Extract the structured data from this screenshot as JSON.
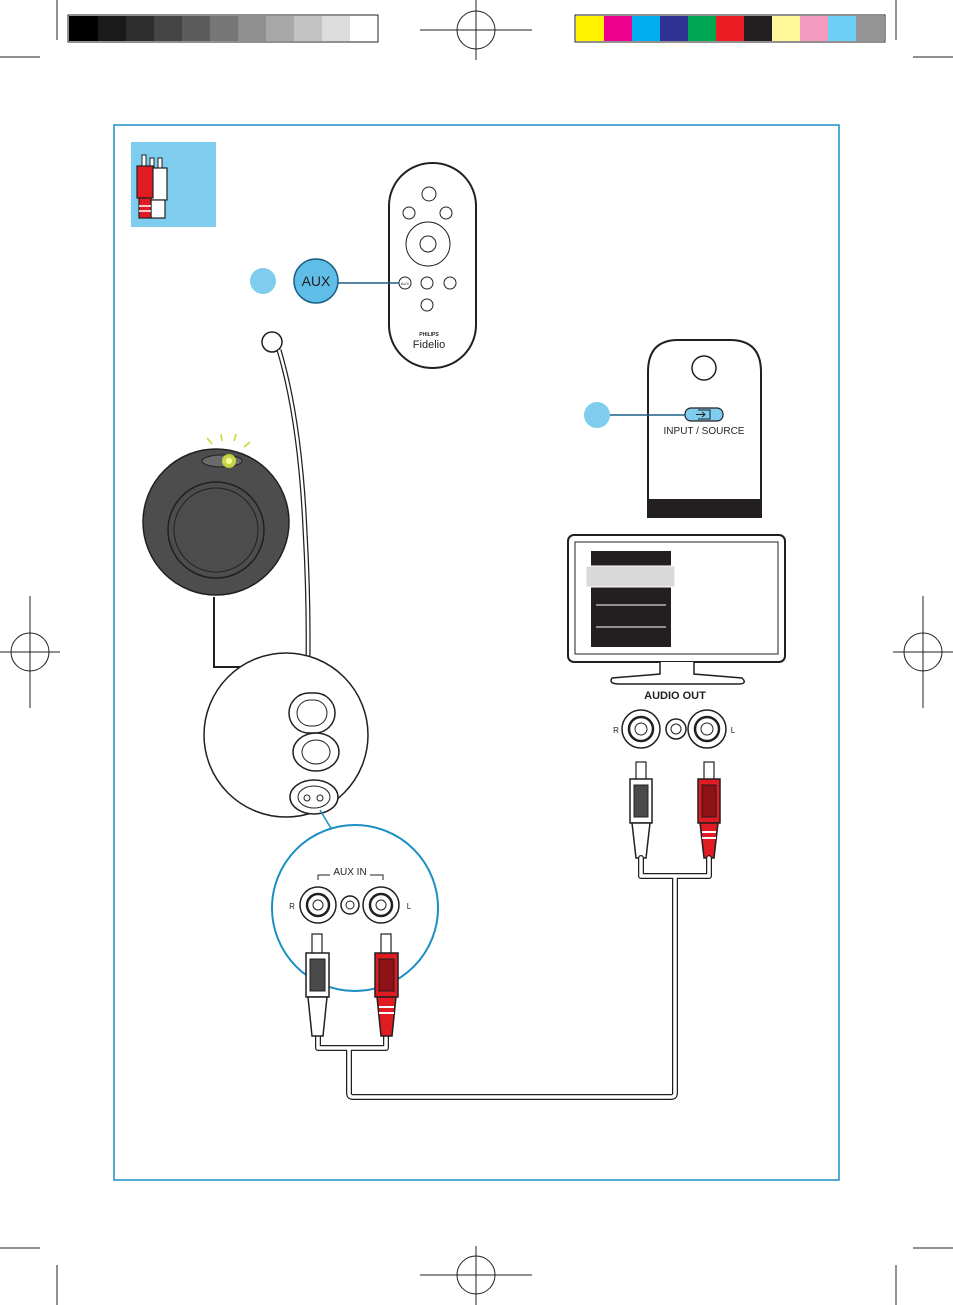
{
  "remote": {
    "aux_callout": "AUX",
    "brand": "PHILIPS",
    "model": "Fidelio",
    "small_aux": "AUX"
  },
  "tv_remote": {
    "source_label": "INPUT / SOURCE"
  },
  "tv": {
    "audio_out_label": "AUDIO OUT",
    "out_r": "R",
    "out_l": "L"
  },
  "speaker_jack": {
    "aux_in_label": "AUX IN",
    "in_r": "R",
    "in_l": "L"
  },
  "colors": {
    "frame": "#1b8fc4",
    "callout_blue": "#7fcdee",
    "plug_red": "#e01b22",
    "cable_gray": "#bfbfbf"
  },
  "icons": {
    "top_left_badge": "rca-plug-icon",
    "tv_source_button": "input-source-icon"
  }
}
